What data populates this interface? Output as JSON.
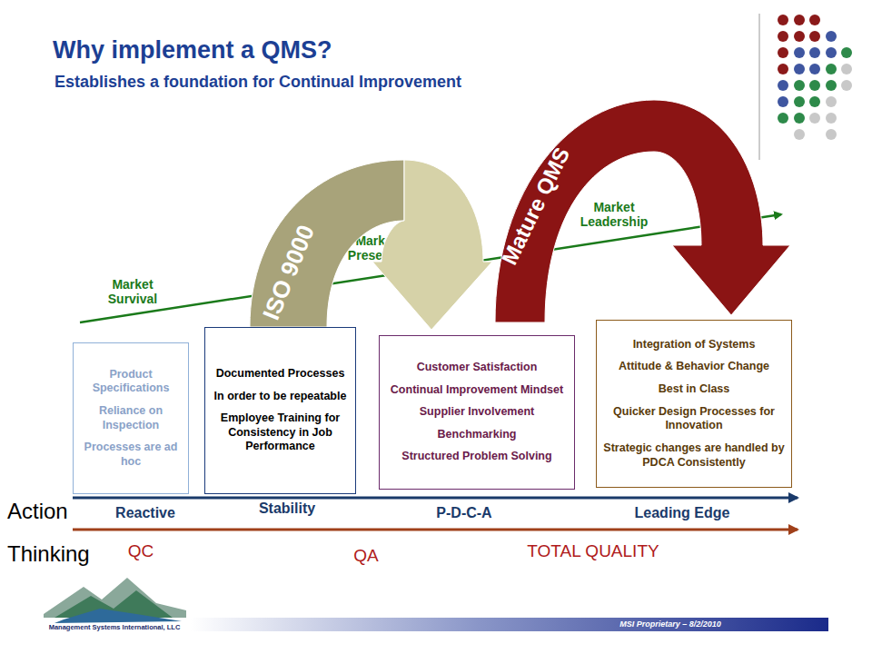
{
  "diagram": {
    "title": "Why implement a QMS?",
    "nodes": [
      {
        "text": [
          "Product Specifications",
          "Reliance on Inspection",
          "Processes are ad hoc"
        ]
      },
      {
        "text": [
          "ISO 9000"
        ]
      },
      {
        "text": [
          "Documented Processes",
          "In order to be repeatable",
          "Employee Training for Consistency in Job Performance"
        ]
      },
      {
        "text": [
          "Customer Satisfaction",
          "Continual Improvement Mindset",
          "Supplier Involvement",
          "Benchmarking",
          "Structured Problem Solving"
        ]
      },
      {
        "text": [
          "Mature QMS"
        ]
      },
      {
        "text": [
          "Integration of Systems",
          "Attitude & Behavior Change",
          "Best in Class",
          "Quicker Design Processes for Innovation",
          "Strategic changes are handled by PDCA Consistently"
        ]
      }
    ],
    "labels": [
      "Establishes a foundation for Continual Improvement",
      "Market Survival",
      "Market Presence",
      "Market Leadership",
      "Action",
      "Reactive",
      "Stability",
      "P-D-C-A",
      "Leading Edge",
      "Thinking",
      "QC",
      "QA",
      "TOTAL QUALITY",
      "Management Systems International, LLC",
      "MSI Proprietary – 8/2/2010"
    ]
  }
}
